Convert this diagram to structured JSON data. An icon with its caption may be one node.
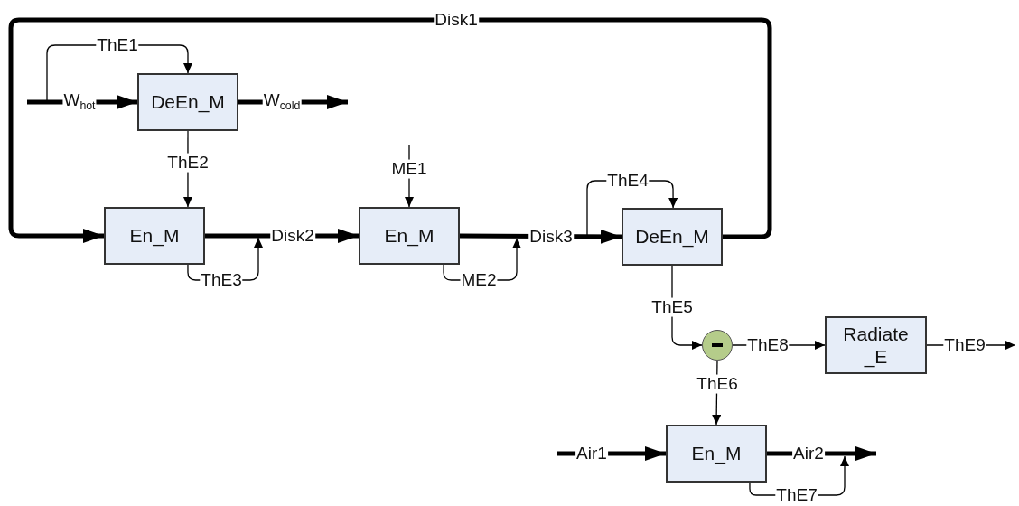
{
  "diagram": {
    "nodes": [
      {
        "text": [
          "DeEn_M"
        ]
      },
      {
        "text": [
          "En_M"
        ]
      },
      {
        "text": [
          "En_M"
        ]
      },
      {
        "text": [
          "DeEn_M"
        ]
      },
      {
        "text": [],
        "shape": "circle"
      },
      {
        "text": [
          "Radiate _E"
        ]
      },
      {
        "text": [
          "En_M"
        ]
      }
    ],
    "edges": [
      {
        "from": null,
        "to": 0,
        "arrow": "to",
        "label": "W$_{hot}$",
        "style": "thick"
      },
      {
        "from": null,
        "to": 0,
        "arrow": "to",
        "label": "ThE1"
      },
      {
        "from": 0,
        "to": null,
        "arrow": "to",
        "label": "W$_{cold}$",
        "style": "thick"
      },
      {
        "from": 0,
        "to": 1,
        "arrow": "to",
        "label": "ThE2"
      },
      {
        "from": 3,
        "to": 1,
        "arrow": "to",
        "label": "Disk1",
        "style": "thick"
      },
      {
        "from": 1,
        "to": 2,
        "arrow": "to",
        "label": "Disk2",
        "style": "thick"
      },
      {
        "from": 1,
        "to": null,
        "arrow": "to",
        "label": "ThE3"
      },
      {
        "from": null,
        "to": 2,
        "arrow": "to",
        "label": "ME1"
      },
      {
        "from": 2,
        "to": null,
        "arrow": "to",
        "label": "ME2"
      },
      {
        "from": 2,
        "to": 3,
        "arrow": "to",
        "label": "Disk3",
        "style": "thick"
      },
      {
        "from": null,
        "to": 3,
        "arrow": "to",
        "label": "ThE4"
      },
      {
        "from": 3,
        "to": 4,
        "arrow": "to",
        "label": "ThE5"
      },
      {
        "from": 4,
        "to": 6,
        "arrow": "to",
        "label": "ThE6"
      },
      {
        "from": 4,
        "to": 5,
        "arrow": "to",
        "label": "ThE8"
      },
      {
        "from": 5,
        "to": null,
        "arrow": "to",
        "label": "ThE9"
      },
      {
        "from": null,
        "to": 6,
        "arrow": "to",
        "label": "Air1",
        "style": "thick"
      },
      {
        "from": 6,
        "to": null,
        "arrow": "to",
        "label": "Air2",
        "style": "thick"
      },
      {
        "from": 6,
        "to": null,
        "arrow": "to",
        "label": "ThE7"
      }
    ]
  }
}
